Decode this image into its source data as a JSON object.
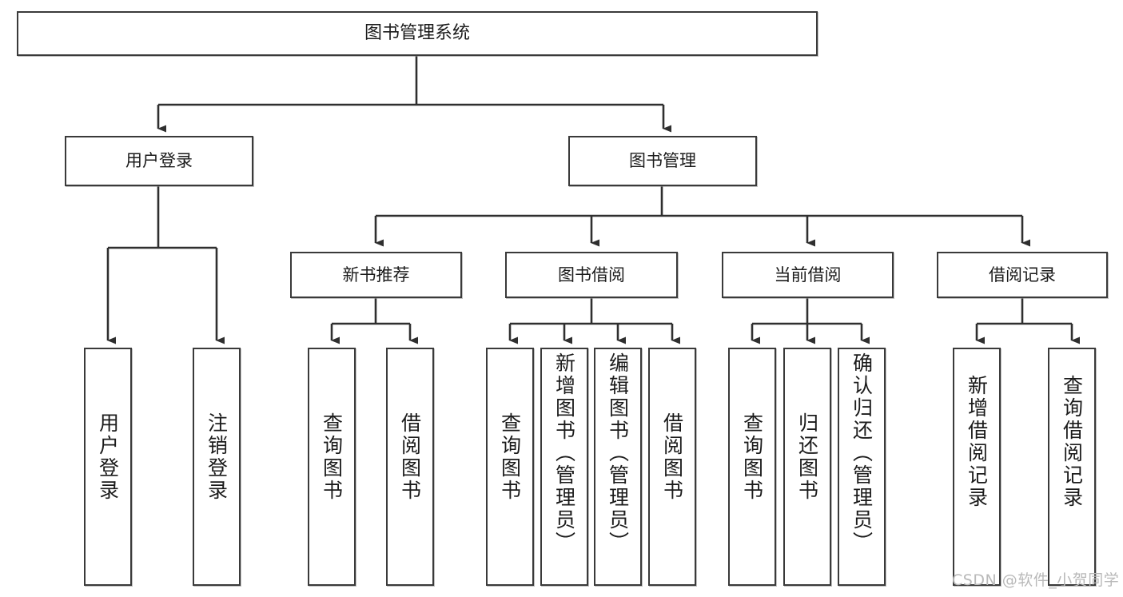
{
  "diagram": {
    "title": "图书管理系统",
    "type": "hierarchy-tree",
    "watermark": "CSDN @软件_小贺同学",
    "colors": {
      "box_border": "#3a3a3a",
      "box_fill": "#ffffff",
      "line": "#2f2f2f",
      "text": "#1b1b1b",
      "watermark": "#b9b9b9"
    },
    "levels": [
      {
        "level": 1,
        "nodes": [
          {
            "id": "root",
            "label": "图书管理系统"
          }
        ]
      },
      {
        "level": 2,
        "nodes": [
          {
            "id": "login",
            "label": "用户登录",
            "parent": "root"
          },
          {
            "id": "bookmgmt",
            "label": "图书管理",
            "parent": "root"
          }
        ]
      },
      {
        "level": 3,
        "nodes": [
          {
            "id": "newbook",
            "label": "新书推荐",
            "parent": "bookmgmt"
          },
          {
            "id": "borrow",
            "label": "图书借阅",
            "parent": "bookmgmt"
          },
          {
            "id": "current",
            "label": "当前借阅",
            "parent": "bookmgmt"
          },
          {
            "id": "records",
            "label": "借阅记录",
            "parent": "bookmgmt"
          }
        ]
      },
      {
        "level": 4,
        "nodes": [
          {
            "id": "leaf1",
            "label": "用户登录",
            "parent": "login"
          },
          {
            "id": "leaf2",
            "label": "注销登录",
            "parent": "login"
          },
          {
            "id": "leaf3",
            "label": "查询图书",
            "parent": "newbook"
          },
          {
            "id": "leaf4",
            "label": "借阅图书",
            "parent": "newbook"
          },
          {
            "id": "leaf5",
            "label": "查询图书",
            "parent": "borrow"
          },
          {
            "id": "leaf6",
            "label": "新增图书（管理员）",
            "parent": "borrow"
          },
          {
            "id": "leaf7",
            "label": "编辑图书（管理员）",
            "parent": "borrow"
          },
          {
            "id": "leaf8",
            "label": "借阅图书",
            "parent": "borrow"
          },
          {
            "id": "leaf9",
            "label": "查询图书",
            "parent": "current"
          },
          {
            "id": "leaf10",
            "label": "归还图书",
            "parent": "current"
          },
          {
            "id": "leaf11",
            "label": "确认归还（管理员）",
            "parent": "current"
          },
          {
            "id": "leaf12",
            "label": "新增借阅记录",
            "parent": "records"
          },
          {
            "id": "leaf13",
            "label": "查询借阅记录",
            "parent": "records"
          }
        ]
      }
    ]
  }
}
